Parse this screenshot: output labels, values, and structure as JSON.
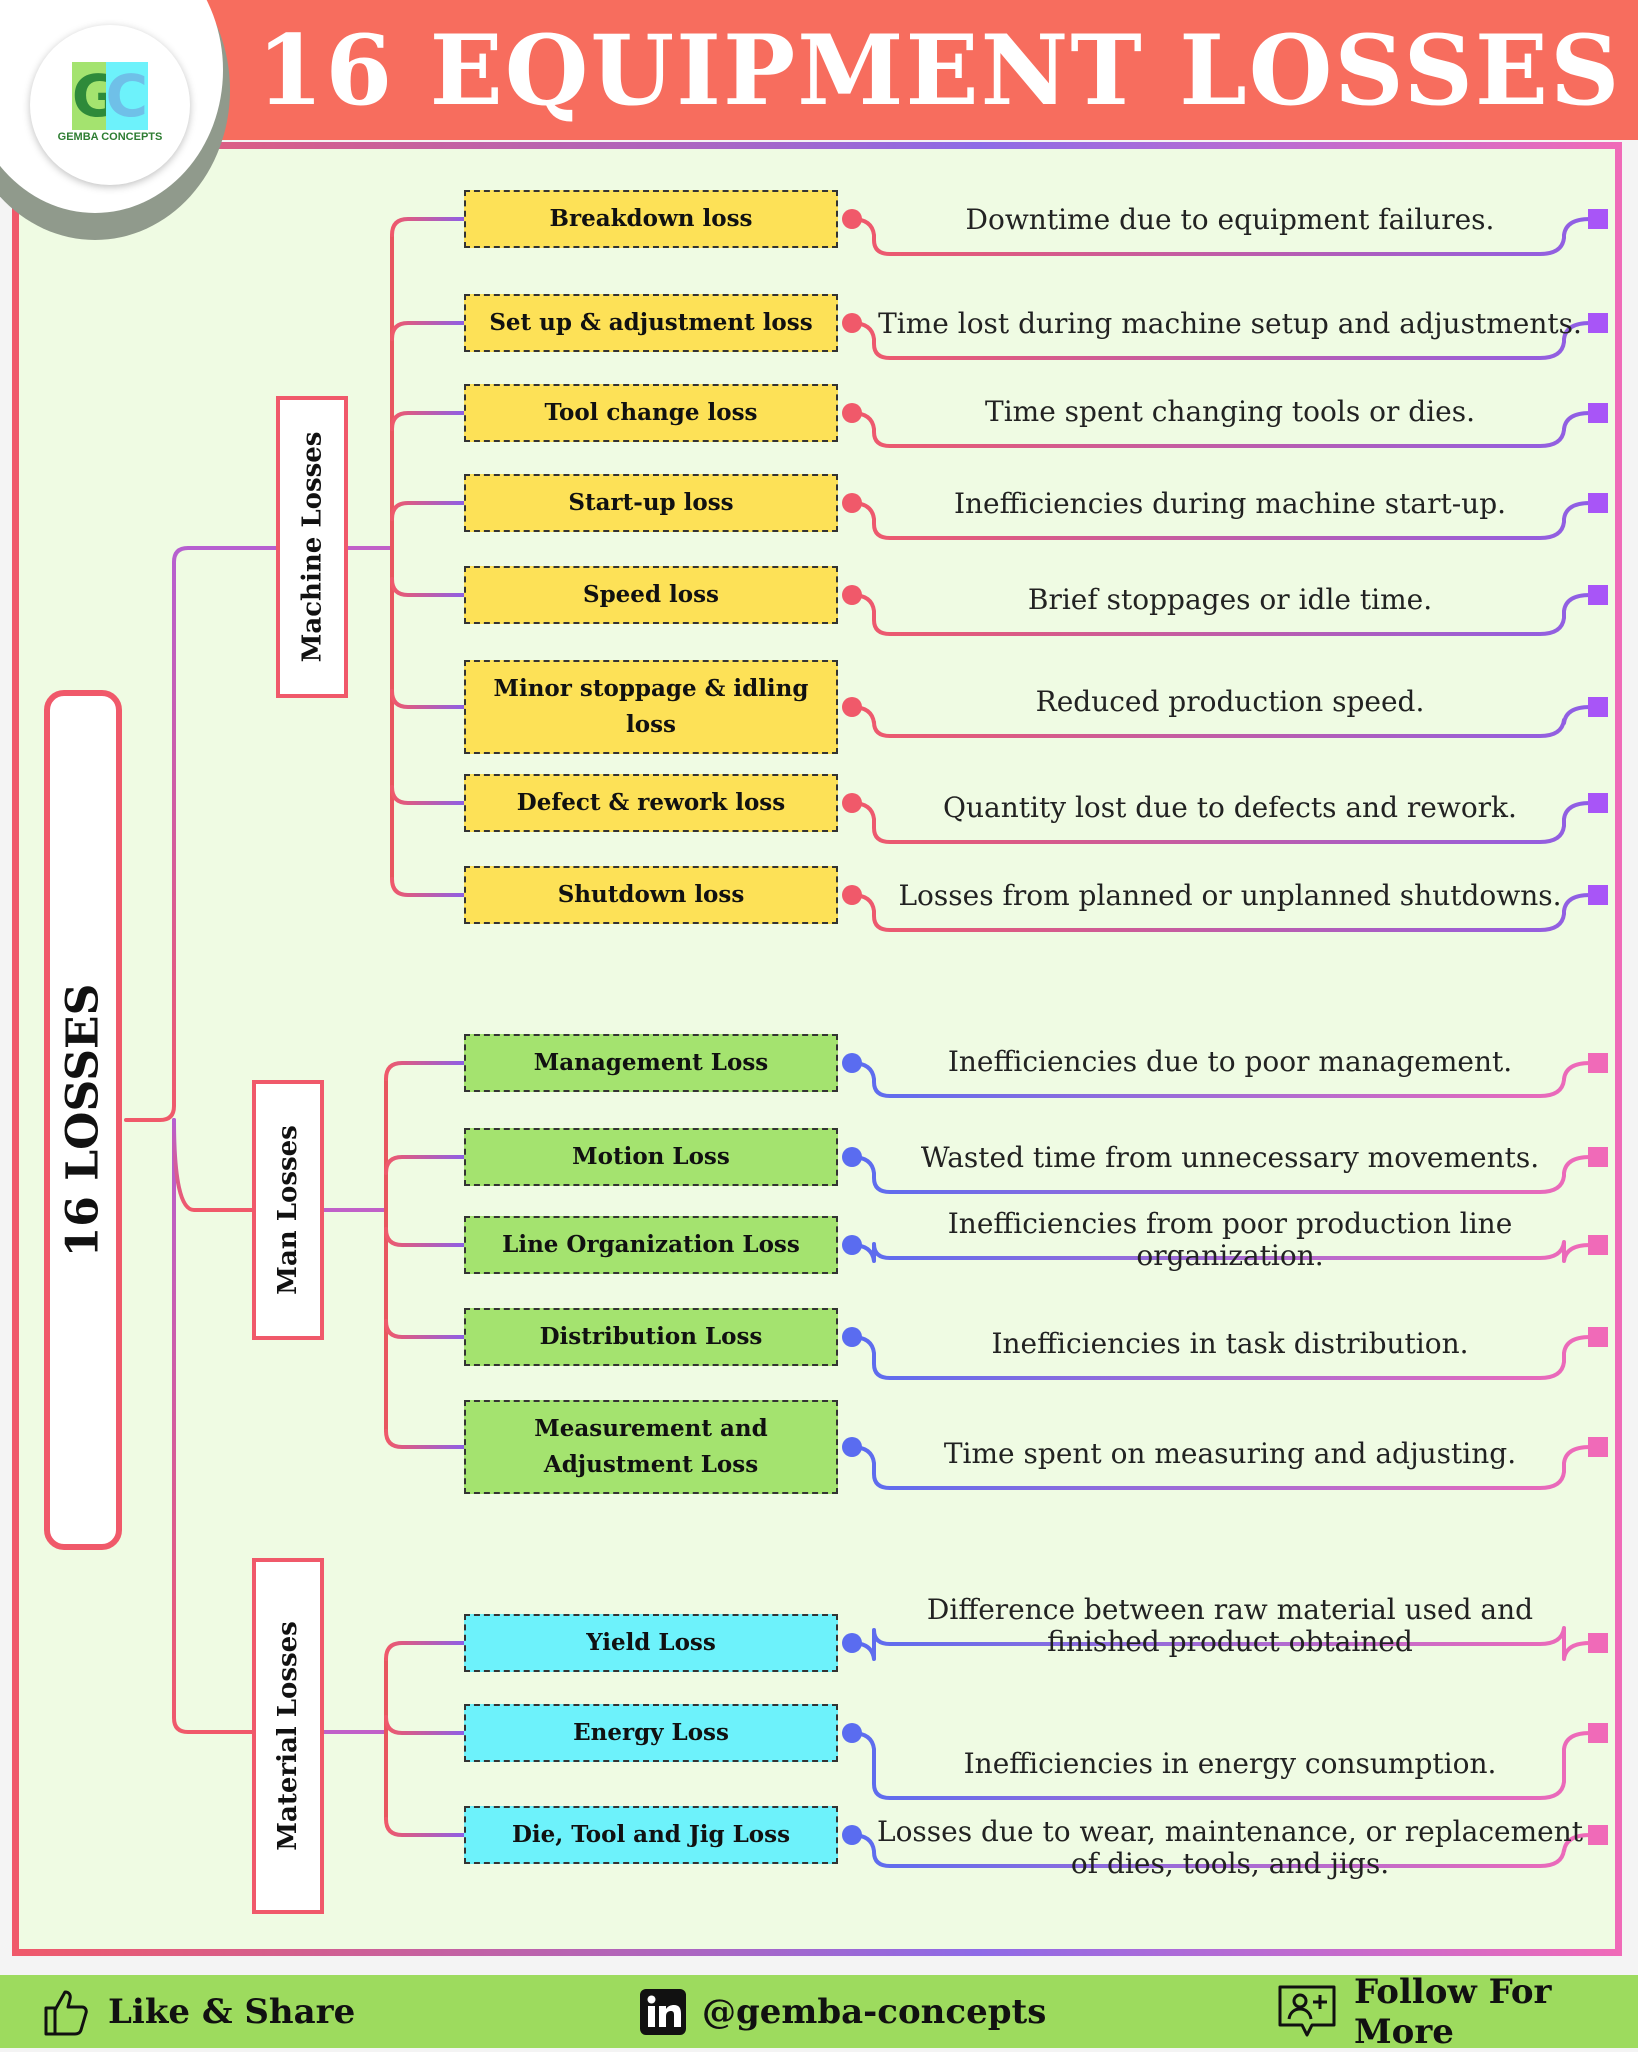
{
  "title": "16 EQUIPMENT LOSSES",
  "logo": {
    "mark_left": "G",
    "mark_right": "C",
    "text": "GEMBA CONCEPTS"
  },
  "root_label": "16 LOSSES",
  "colors": {
    "banner": "#f76d5e",
    "yellow": "#fde157",
    "green": "#a4e36f",
    "cyan": "#6df2fb",
    "footer": "#9ddb5e"
  },
  "categories": [
    {
      "label": "Machine Losses",
      "items": [
        {
          "label": "Breakdown loss",
          "desc": "Downtime due to equipment failures."
        },
        {
          "label": "Set up & adjustment loss",
          "desc": "Time lost during machine setup and adjustments."
        },
        {
          "label": "Tool change loss",
          "desc": "Time spent changing tools or dies."
        },
        {
          "label": "Start-up loss",
          "desc": "Inefficiencies during machine start-up."
        },
        {
          "label": "Speed loss",
          "desc": "Brief stoppages or idle time."
        },
        {
          "label": "Minor stoppage & idling loss",
          "desc": "Reduced production speed."
        },
        {
          "label": "Defect & rework loss",
          "desc": "Quantity lost due to defects and rework."
        },
        {
          "label": "Shutdown loss",
          "desc": "Losses from planned or unplanned shutdowns."
        }
      ]
    },
    {
      "label": "Man  Losses",
      "items": [
        {
          "label": "Management Loss",
          "desc": "Inefficiencies due to poor management."
        },
        {
          "label": "Motion Loss",
          "desc": "Wasted time from unnecessary movements."
        },
        {
          "label": "Line Organization Loss",
          "desc": "Inefficiencies from poor production line organization."
        },
        {
          "label": "Distribution Loss",
          "desc": "Inefficiencies in task distribution."
        },
        {
          "label": "Measurement and Adjustment Loss",
          "desc": "Time spent on measuring and adjusting."
        }
      ]
    },
    {
      "label": "Material Losses",
      "items": [
        {
          "label": "Yield Loss",
          "desc": "Difference between raw material used and finished product obtained"
        },
        {
          "label": "Energy Loss",
          "desc": "Inefficiencies in energy consumption."
        },
        {
          "label": "Die, Tool and Jig Loss",
          "desc": "Losses due to wear, maintenance, or replacement of dies, tools, and jigs."
        }
      ]
    }
  ],
  "footer": {
    "like": "Like & Share",
    "handle": "@gemba-concepts",
    "follow": "Follow For More"
  }
}
